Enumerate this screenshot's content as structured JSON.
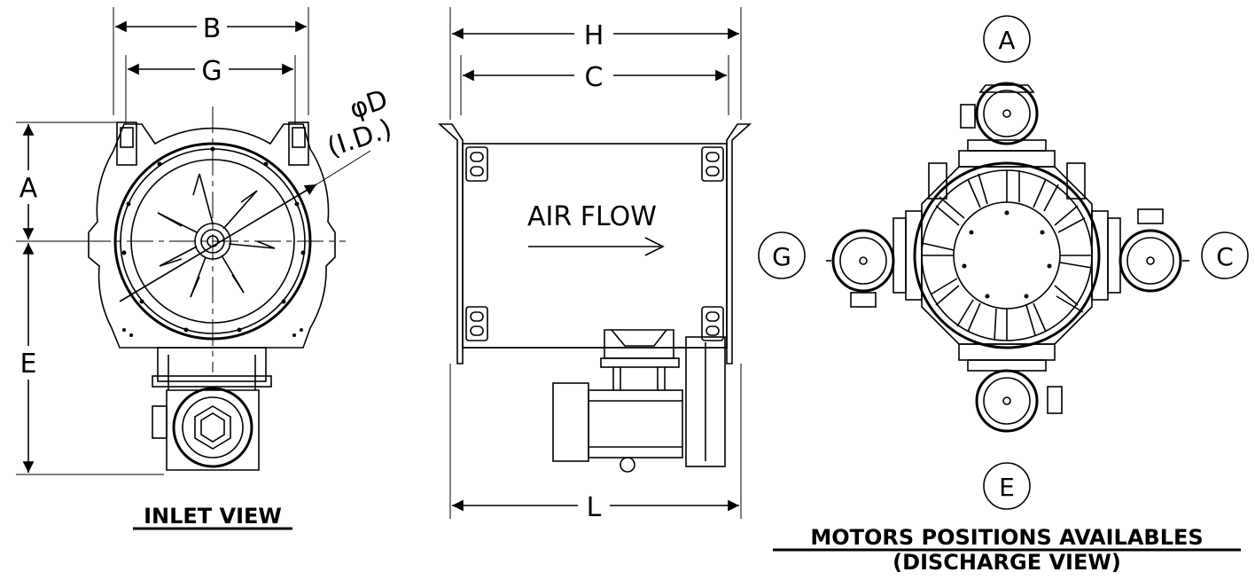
{
  "inlet_view": {
    "title": "INLET VIEW",
    "dims": {
      "B": "B",
      "G": "G",
      "A": "A",
      "E": "E",
      "D": "φD",
      "ID": "(I.D.)"
    }
  },
  "side_view": {
    "dims": {
      "H": "H",
      "C": "C",
      "L": "L"
    },
    "air_flow": "AIR FLOW"
  },
  "discharge_view": {
    "title_line1": "MOTORS POSITIONS AVAILABLES",
    "title_line2": "(DISCHARGE VIEW)",
    "positions": {
      "top": "A",
      "right": "C",
      "bottom": "E",
      "left": "G"
    }
  }
}
